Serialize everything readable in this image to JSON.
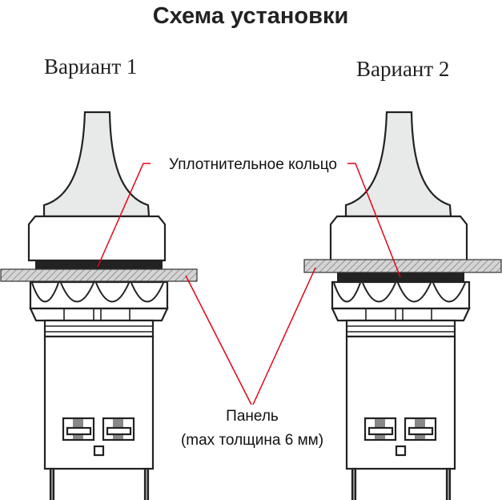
{
  "title": "Схема установки",
  "variants": [
    {
      "label": "Вариант 1"
    },
    {
      "label": "Вариант 2"
    }
  ],
  "labels": {
    "seal_ring": "Уплотнительное кольцо",
    "panel": "Панель",
    "panel_note": "(max толщина 6 мм)"
  },
  "colors": {
    "leader": "#e30613",
    "seal": "#222222",
    "cap": "#e8eaea",
    "panel": "#c8c8c8"
  }
}
